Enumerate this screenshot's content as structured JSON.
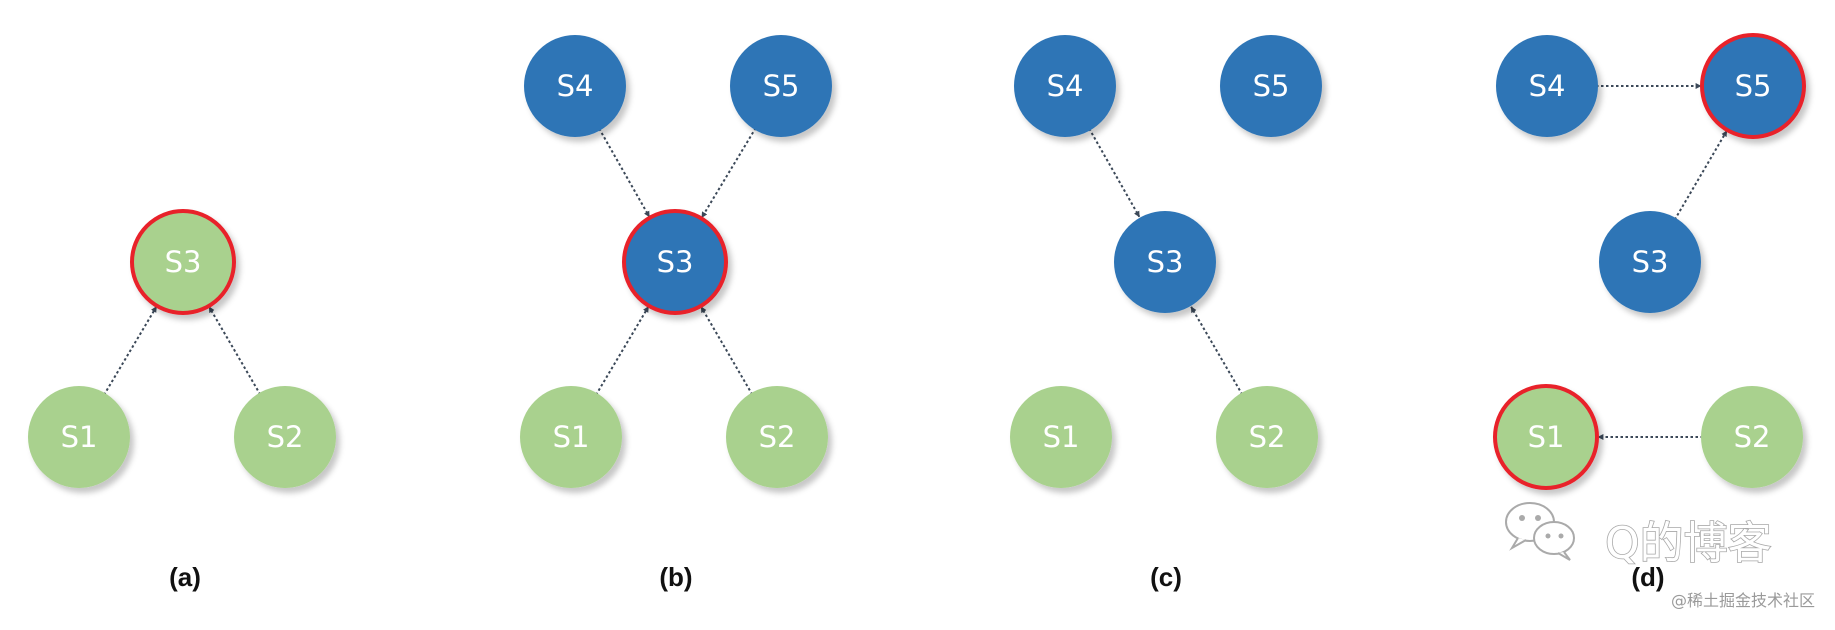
{
  "colors": {
    "green_node": "#a9d18e",
    "blue_node": "#2e75b6",
    "leader_ring": "#e8202a",
    "arrow": "#3b4858"
  },
  "panels": [
    {
      "label": "(a)",
      "nodes": [
        {
          "id": "S3",
          "label": "S3",
          "color": "green",
          "leader": true
        },
        {
          "id": "S1",
          "label": "S1",
          "color": "green",
          "leader": false
        },
        {
          "id": "S2",
          "label": "S2",
          "color": "green",
          "leader": false
        }
      ],
      "edges": [
        [
          "S1",
          "S3"
        ],
        [
          "S2",
          "S3"
        ]
      ]
    },
    {
      "label": "(b)",
      "nodes": [
        {
          "id": "S4",
          "label": "S4",
          "color": "blue",
          "leader": false
        },
        {
          "id": "S5",
          "label": "S5",
          "color": "blue",
          "leader": false
        },
        {
          "id": "S3",
          "label": "S3",
          "color": "blue",
          "leader": true
        },
        {
          "id": "S1",
          "label": "S1",
          "color": "green",
          "leader": false
        },
        {
          "id": "S2",
          "label": "S2",
          "color": "green",
          "leader": false
        }
      ],
      "edges": [
        [
          "S4",
          "S3"
        ],
        [
          "S5",
          "S3"
        ],
        [
          "S1",
          "S3"
        ],
        [
          "S2",
          "S3"
        ]
      ]
    },
    {
      "label": "(c)",
      "nodes": [
        {
          "id": "S4",
          "label": "S4",
          "color": "blue",
          "leader": false
        },
        {
          "id": "S5",
          "label": "S5",
          "color": "blue",
          "leader": false
        },
        {
          "id": "S3",
          "label": "S3",
          "color": "blue",
          "leader": false
        },
        {
          "id": "S1",
          "label": "S1",
          "color": "green",
          "leader": false
        },
        {
          "id": "S2",
          "label": "S2",
          "color": "green",
          "leader": false
        }
      ],
      "edges": [
        [
          "S4",
          "S3"
        ],
        [
          "S2",
          "S3"
        ]
      ]
    },
    {
      "label": "(d)",
      "nodes": [
        {
          "id": "S4",
          "label": "S4",
          "color": "blue",
          "leader": false
        },
        {
          "id": "S5",
          "label": "S5",
          "color": "blue",
          "leader": true
        },
        {
          "id": "S3",
          "label": "S3",
          "color": "blue",
          "leader": false
        },
        {
          "id": "S1",
          "label": "S1",
          "color": "green",
          "leader": true
        },
        {
          "id": "S2",
          "label": "S2",
          "color": "green",
          "leader": false
        }
      ],
      "edges": [
        [
          "S4",
          "S5"
        ],
        [
          "S3",
          "S5"
        ],
        [
          "S2",
          "S1"
        ]
      ]
    }
  ],
  "watermark": {
    "text": "Q的博客",
    "icon": "wechat-icon",
    "sub": "@稀土掘金技术社区"
  }
}
